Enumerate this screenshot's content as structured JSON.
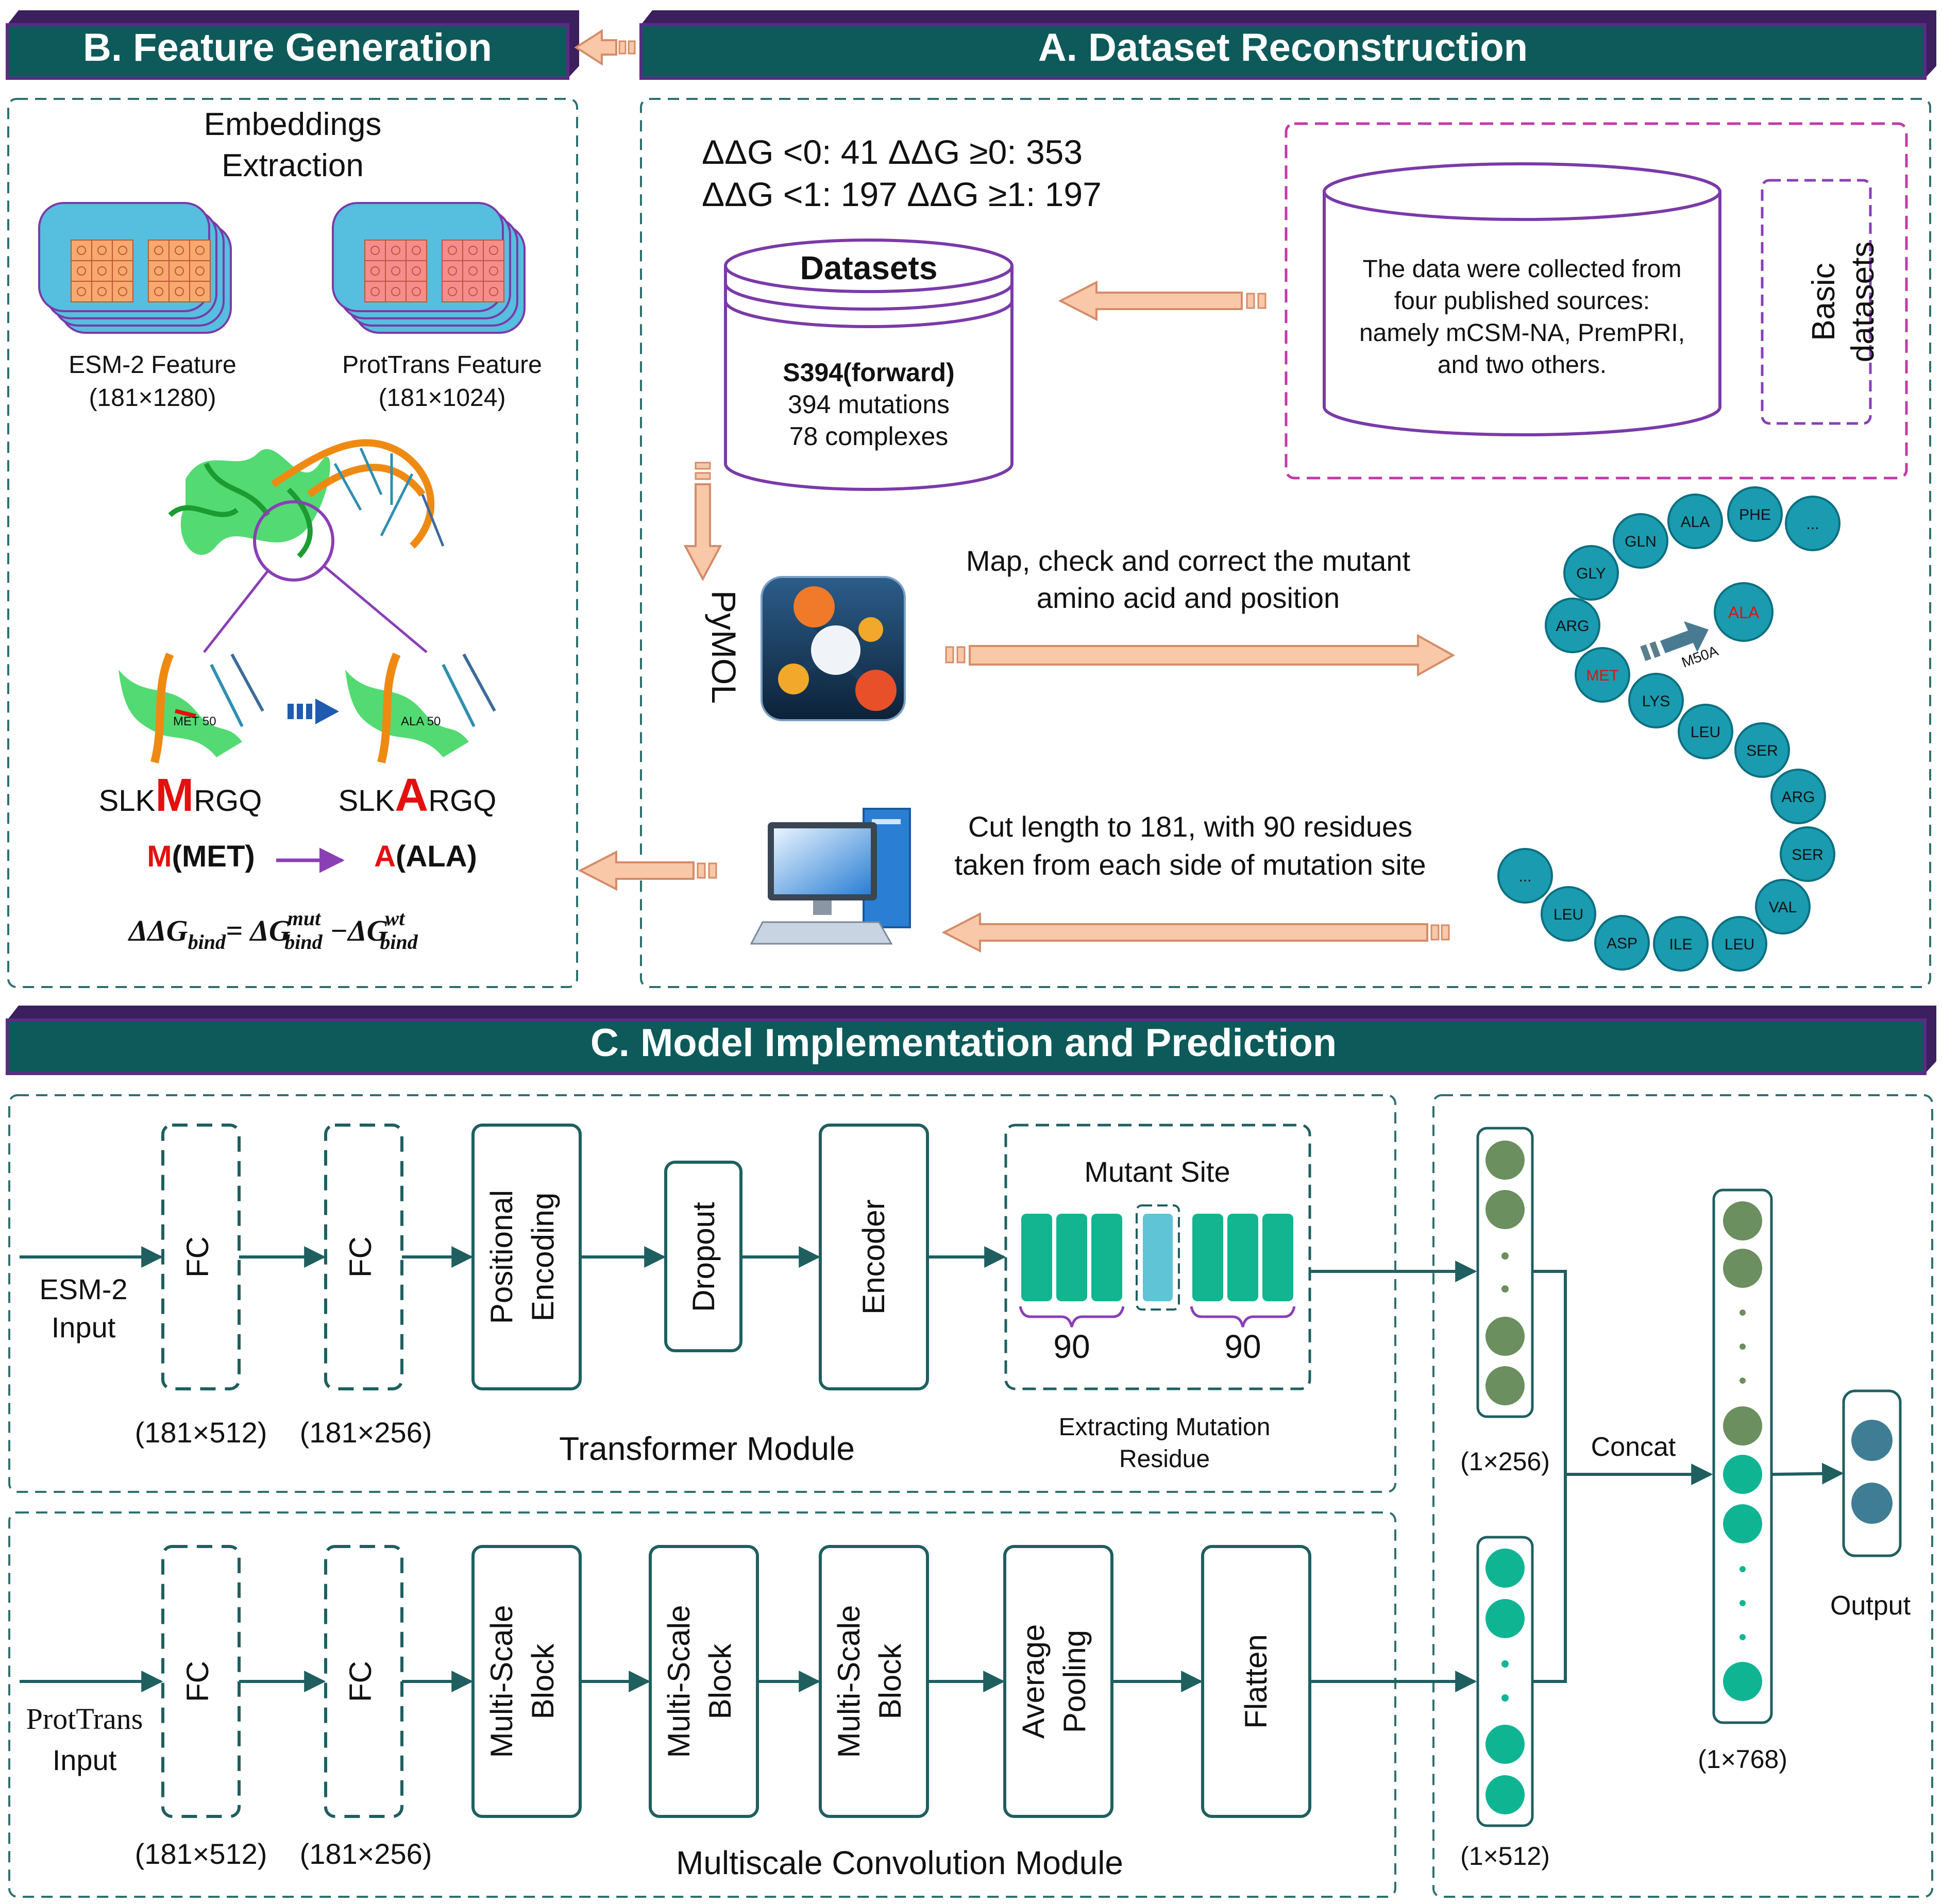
{
  "headers": {
    "b": "B. Feature Generation",
    "a": "A. Dataset Reconstruction",
    "c": "C. Model Implementation and Prediction"
  },
  "panel_a": {
    "stats_line1": "ΔΔG <0:  41  ΔΔG ≥0: 353",
    "stats_line2": "ΔΔG <1: 197 ΔΔG ≥1: 197",
    "datasets_title": "Datasets",
    "datasets_name": "S394(forward)",
    "datasets_mutations": "394 mutations",
    "datasets_complexes": "78 complexes",
    "source_line1": "The data were collected from",
    "source_line2": "four published sources:",
    "source_line3": "namely mCSM-NA, PremPRI,",
    "source_line4": "and two others.",
    "basic_line1": "Basic",
    "basic_line2": "datasets",
    "pymol_label": "PyMOL",
    "map_line1": "Map, check and correct the mutant",
    "map_line2": "amino acid and position",
    "cut_line1": "Cut length to 181, with 90 residues",
    "cut_line2": "taken from each side of mutation site",
    "mutation_tag": "M50A",
    "residues": [
      "...",
      "PHE",
      "ALA",
      "GLN",
      "GLY",
      "ARG",
      "MET",
      "LYS",
      "LEU",
      "SER",
      "ARG",
      "SER",
      "VAL",
      "LEU",
      "ILE",
      "ASP",
      "LEU",
      "..."
    ],
    "mutant_residue": "ALA"
  },
  "panel_b": {
    "embed_line1": "Embeddings",
    "embed_line2": "Extraction",
    "esm_label": "ESM-2 Feature",
    "esm_dim": "(181×1280)",
    "prot_label": "ProtTrans  Feature",
    "prot_dim": "(181×1024)",
    "wt_site": "MET 50",
    "mut_site": "ALA 50",
    "seq_wt_pre": "SLK",
    "seq_wt_res": "M",
    "seq_wt_post": "RGQ",
    "seq_mut_pre": "SLK",
    "seq_mut_res": "A",
    "seq_mut_post": "RGQ",
    "res_wt_letter": "M",
    "res_wt_name": "(MET)",
    "res_mut_letter": "A",
    "res_mut_name": "(ALA)"
  },
  "panel_c": {
    "esm_input_1": "ESM-2",
    "esm_input_2": "Input",
    "prot_input_1": "ProtTrans",
    "prot_input_2": "Input",
    "fc": "FC",
    "pos_enc_1": "Positional",
    "pos_enc_2": "Encoding",
    "dropout": "Dropout",
    "encoder": "Encoder",
    "mutant_site": "Mutant Site",
    "ninety": "90",
    "extract_1": "Extracting Mutation",
    "extract_2": "Residue",
    "dim_512": "(181×512)",
    "dim_256": "(181×256)",
    "transformer_module": "Transformer Module",
    "ms_1": "Multi-Scale",
    "ms_2": "Block",
    "avg_1": "Average",
    "avg_2": "Pooling",
    "flatten": "Flatten",
    "multiscale_module": "Multiscale Convolution Module",
    "vec_256": "(1×256)",
    "vec_512": "(1×512)",
    "vec_768": "(1×768)",
    "concat": "Concat",
    "output": "Output"
  },
  "colors": {
    "header": "#0e5a5a",
    "header_purple": "#5b2b84",
    "teal_line": "#1f5f60",
    "arrow_fill": "#f8c8a8",
    "arrow_stroke": "#d48c6a",
    "green_node": "#6b8f5e",
    "teal_node": "#0fb593",
    "residue": "#1a9bb0",
    "purple": "#8a3fb5",
    "magenta": "#c03aa8",
    "red": "#e31010"
  }
}
